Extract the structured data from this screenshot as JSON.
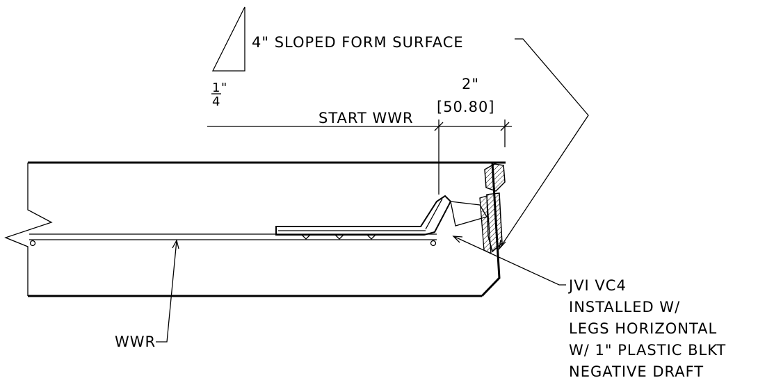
{
  "labels": {
    "slope_note": "4\" SLOPED FORM SURFACE",
    "slope_run_num": "1",
    "slope_run_unit": "\"",
    "slope_run_den": "4",
    "dim_imperial": "2\"",
    "dim_metric": "[50.80]",
    "start_wwr": "START WWR",
    "wwr": "WWR",
    "jvi_lines": [
      "JVI VC4",
      "INSTALLED W/",
      "LEGS HORIZONTAL",
      "W/ 1\" PLASTIC BLKT",
      "NEGATIVE DRAFT"
    ]
  },
  "colors": {
    "line": "#000000",
    "background": "#ffffff"
  }
}
